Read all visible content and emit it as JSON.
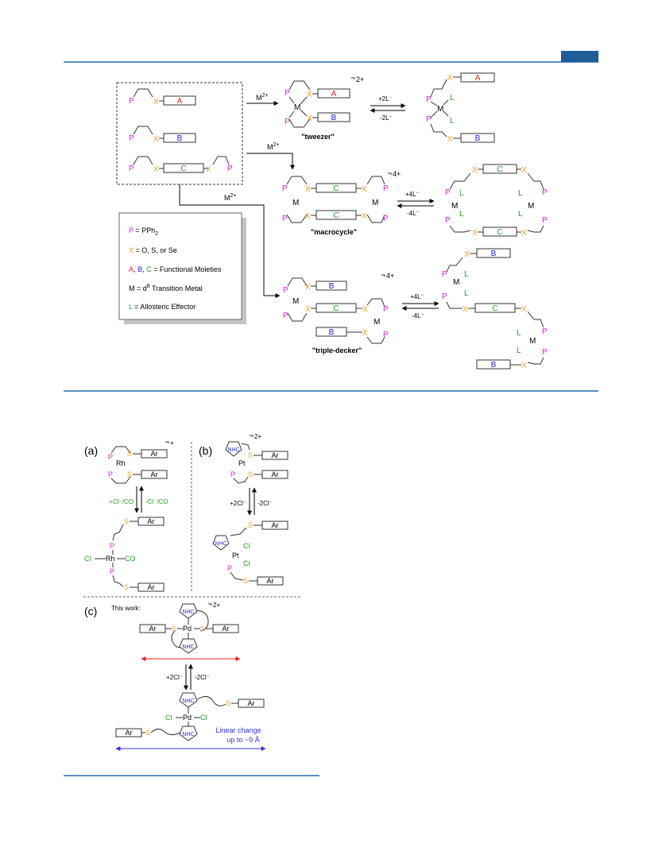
{
  "colors": {
    "rule": "#2a6aa8",
    "tab": "#1f5d99",
    "P": "#e020e0",
    "X": "#f0a020",
    "A": "#ee2020",
    "B": "#2020dd",
    "C": "#20a020",
    "L": "#20a020",
    "NHC": "#2030cc",
    "arrowRed": "#ee2020",
    "arrowBlue": "#3030dd"
  },
  "icons": {
    "header_tab": "blue-tab"
  },
  "scheme1": {
    "lig": {
      "P": "P",
      "X": "X",
      "A": "A",
      "B": "B",
      "C": "C",
      "M": "M",
      "L": "L"
    },
    "m2plus": "M",
    "m2plus_sup": "2+",
    "charge2": "2+",
    "charge4": "4+",
    "plus2L": "+2L",
    "minus2L": "-2L",
    "plus4L": "+4L",
    "minus4L": "-4L",
    "minus_sup": "−",
    "tweezer": "\"tweezer\"",
    "macrocycle": "\"macrocycle\"",
    "tripledecker": "\"triple-decker\"",
    "legend": {
      "p_eq": " = PPh",
      "p_sub": "2",
      "x_eq": " = O, S, or Se",
      "comma": ", ",
      "abc_eq": " = Functional Moieties",
      "m_eq": "M = d",
      "m_sup": "8",
      "m_tail": " Transition Metal",
      "l_eq": " = Allosteric Effector"
    }
  },
  "scheme2": {
    "panel_a": "(a)",
    "panel_b": "(b)",
    "panel_c": "(c)",
    "this_work": "This work:",
    "Ar": "Ar",
    "Rh": "Rh",
    "Pt": "Pt",
    "Pd": "Pd",
    "S": "S",
    "P": "P",
    "NHC": "NHC",
    "Cl": "Cl",
    "CO": "CO",
    "charge_plus": "+",
    "charge_2plus": "2+",
    "a_fwd": "+Cl⁻/CO",
    "a_rev": "-Cl⁻/CO",
    "b_fwd": "+2Cl⁻",
    "b_rev": "-2Cl⁻",
    "c_fwd": "+2Cl⁻",
    "c_rev": "-2Cl⁻",
    "linear1": "Linear change",
    "linear2": "up to ~9 Å"
  }
}
